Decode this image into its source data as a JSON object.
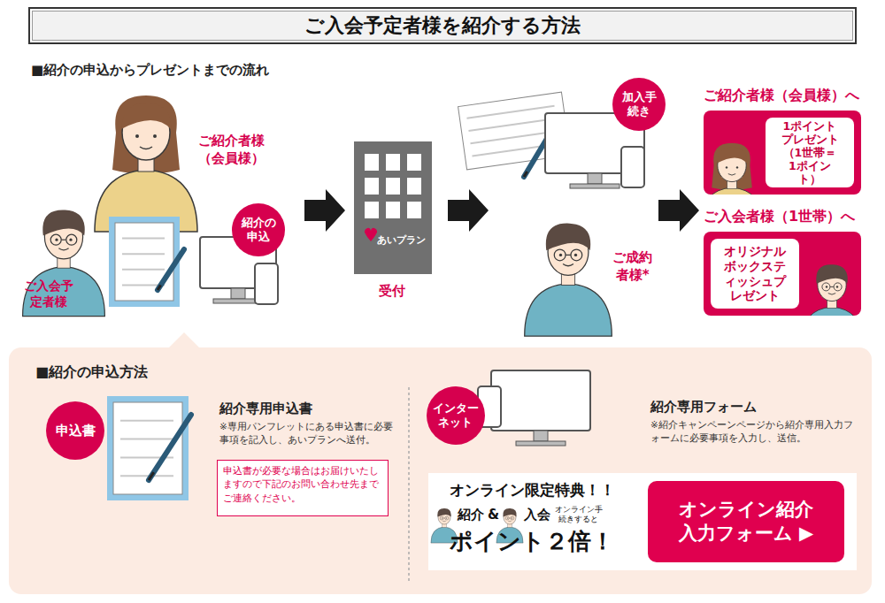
{
  "diagram": {
    "title": "ご入会予定者様を紹介する方法",
    "nodes": [
      {
        "text": [
          "紹介の申込"
        ]
      },
      {
        "text": [
          "加入手続き"
        ]
      },
      {
        "text": [
          "ご紹介者様（会員様）へ"
        ]
      },
      {
        "text": [
          "1ポイントプレゼント（1世帯＝1ポイント）"
        ],
        "in": 2
      },
      {
        "text": [
          "ご入会者様（1世帯）へ"
        ]
      },
      {
        "text": [
          "オリジナルボックスティッシュプレゼント"
        ],
        "in": 4
      },
      {
        "text": [
          "■紹介の申込方法"
        ]
      },
      {
        "text": [
          "申込書"
        ],
        "in": 6
      },
      {
        "text": [
          "申込書が必要な場合はお届けいたしますので下記のお問い合わせ先までご連絡ください。"
        ],
        "in": 6
      },
      {
        "text": [
          "インターネット"
        ],
        "in": 6
      },
      {
        "text": [
          "オンライン限定特典！！",
          "紹介",
          "&",
          "入会",
          "オンライン手続きすると",
          "ポイント２倍！"
        ],
        "in": 6
      },
      {
        "text": [
          "オンライン紹介入力フォーム ▶"
        ],
        "in": 10
      }
    ],
    "labels": [
      "■紹介の申込からプレゼントまでの流れ",
      "ご紹介者様（会員様）",
      "ご入会予定者様",
      "あいプラン",
      "受付",
      "ご成約者様*",
      "紹介専用申込書",
      "※専用パンフレットにある申込書に必要事項を記入し、あいプランへ送付。",
      "紹介専用フォーム",
      "※紹介キャンペーンページから紹介専用入力フォームに必要事項を入力し、送信。"
    ]
  }
}
